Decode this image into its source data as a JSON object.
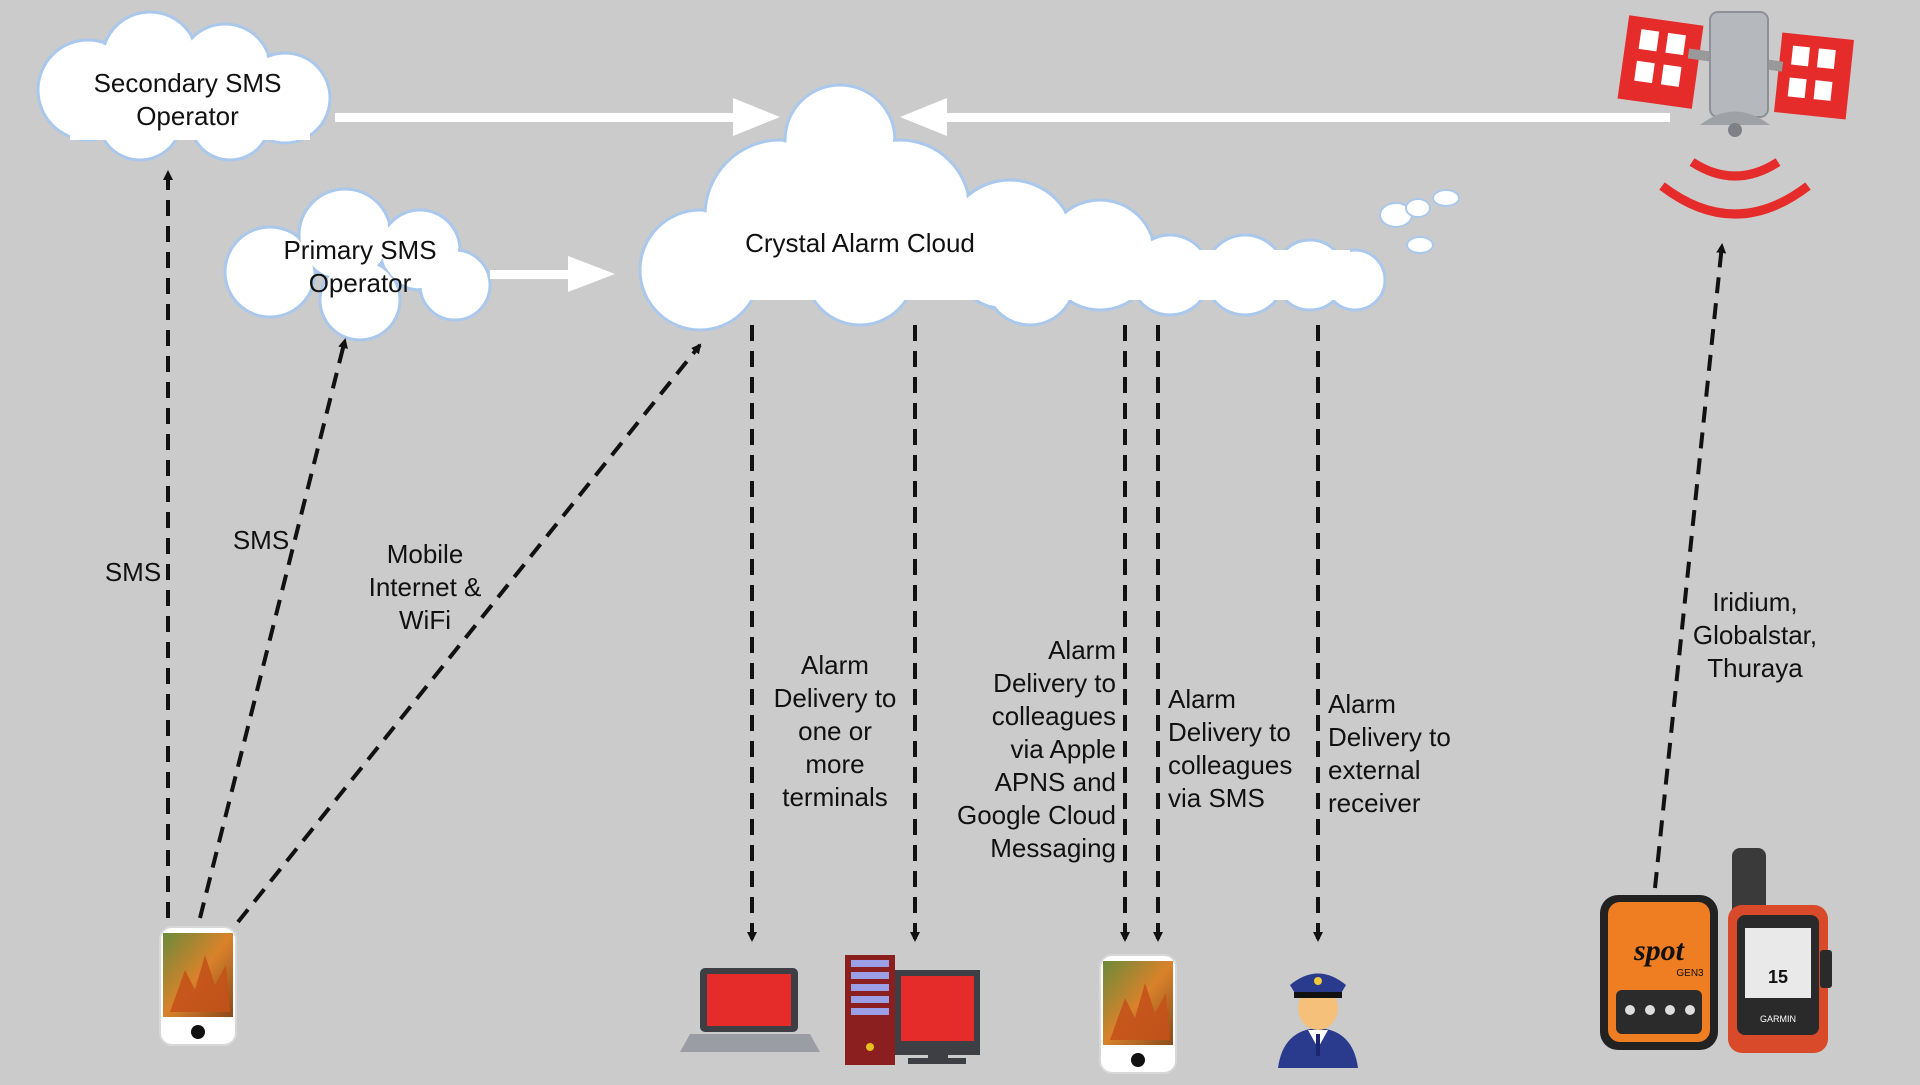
{
  "clouds": {
    "secondary": "Secondary SMS\nOperator",
    "primary": "Primary SMS\nOperator",
    "crystal": "Crystal Alarm Cloud"
  },
  "links": {
    "sms_secondary": "SMS",
    "sms_primary": "SMS",
    "mobile_internet": "Mobile\nInternet &\nWiFi",
    "to_terminals": "Alarm\nDelivery to\none or\nmore\nterminals",
    "to_colleagues_apns": "Alarm\nDelivery to\ncolleagues\nvia Apple\nAPNS and\nGoogle Cloud\nMessaging",
    "to_colleagues_sms": "Alarm\nDelivery to\ncolleagues\nvia SMS",
    "to_external": "Alarm\nDelivery to\nexternal\nreceiver",
    "satellite": "Iridium,\nGlobalstar,\nThuraya"
  },
  "devices": {
    "spot_logo": "spot",
    "spot_model": "GEN3",
    "garmin_screen": "15",
    "garmin_brand": "GARMIN"
  },
  "colors": {
    "background": "#cbcbcb",
    "cloud_fill": "#ffffff",
    "cloud_edge": "#a9c8ec",
    "accent_red": "#e62b2b",
    "spot_orange": "#ef7d22"
  },
  "icons": {
    "sender_phone": "smartphone-icon",
    "laptop": "laptop-icon",
    "desktop": "desktop-computer-icon",
    "receiver_phone": "smartphone-icon",
    "receiver": "police-officer-icon",
    "satellite": "satellite-icon",
    "tracker_spot": "spot-tracker-icon",
    "tracker_garmin": "garmin-inreach-icon"
  }
}
